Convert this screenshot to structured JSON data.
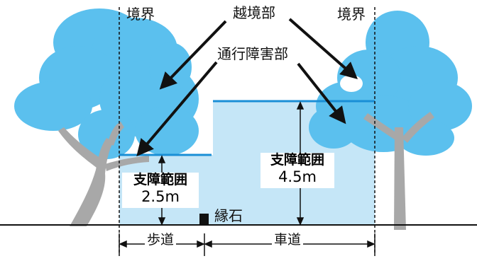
{
  "labels": {
    "boundary_left": "境界",
    "boundary_right": "境界",
    "encroachment": "越境部",
    "obstruction": "通行障害部",
    "curb": "縁石",
    "sidewalk": "歩道",
    "roadway": "車道"
  },
  "clearance_sidewalk": {
    "title": "支障範囲",
    "height": "2.5m"
  },
  "clearance_roadway": {
    "title": "支障範囲",
    "height": "4.5m"
  },
  "colors": {
    "tree_canopy": "#5bc0ee",
    "tree_trunk": "#a8a8a8",
    "clearance_zone": "#c5e6f7",
    "clearance_line": "#1a8fd6",
    "ink": "#111111"
  }
}
